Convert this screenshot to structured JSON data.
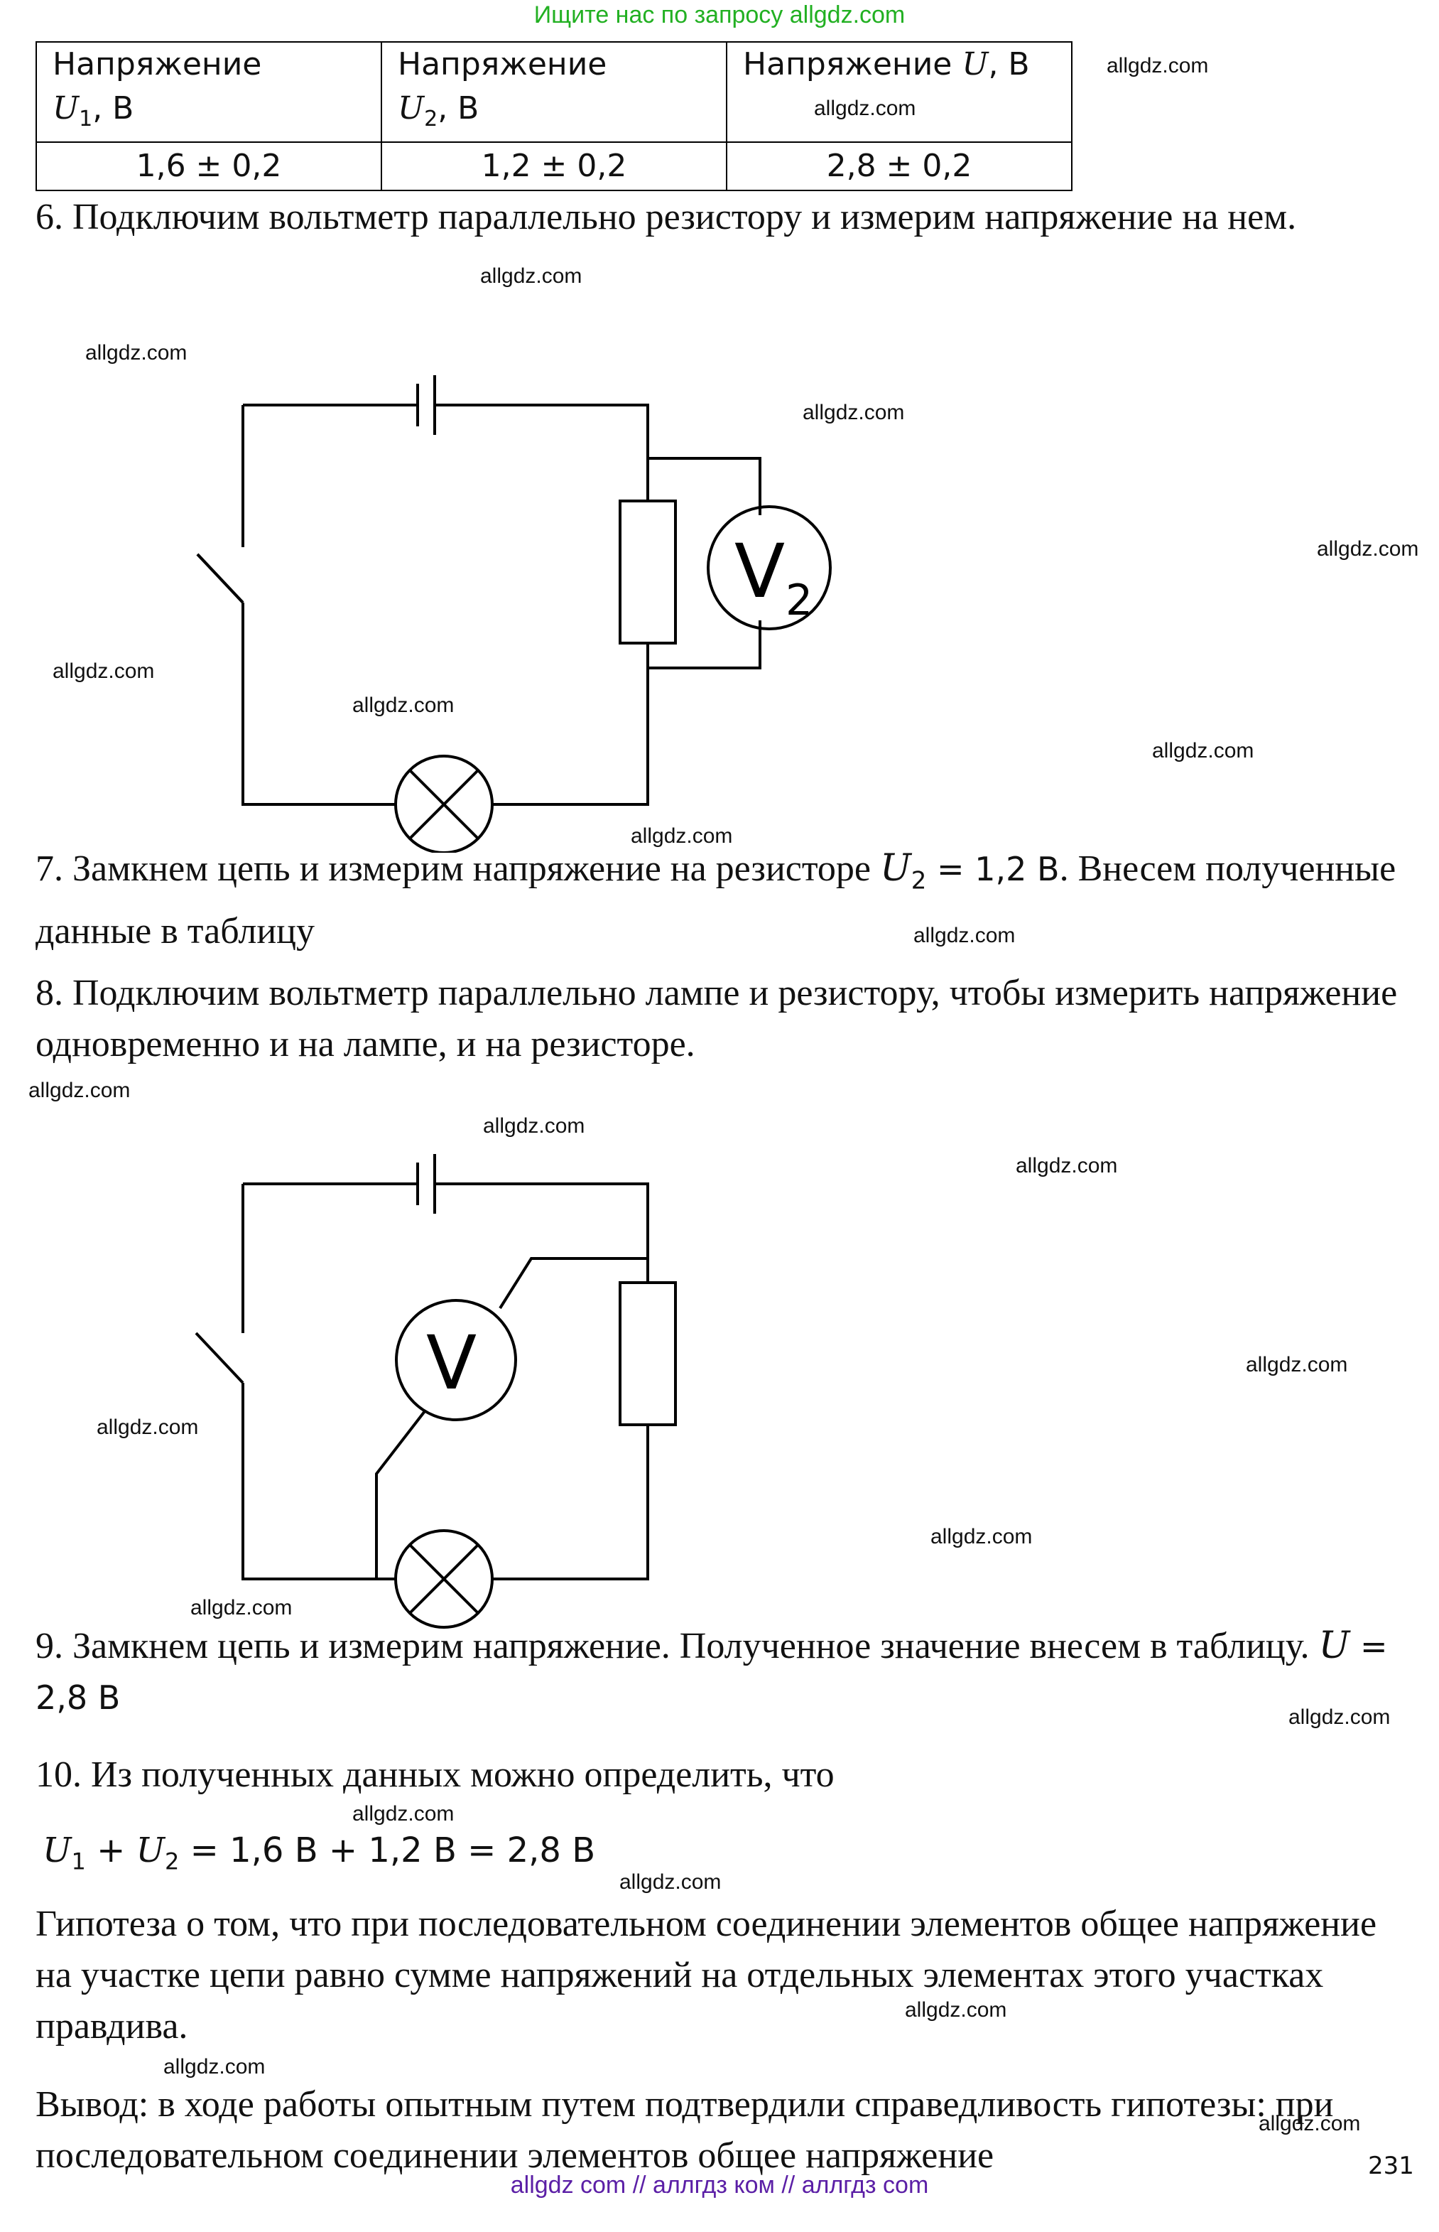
{
  "top_banner": "Ищите нас по запросу allgdz.com",
  "table": {
    "headers": [
      {
        "label": "Напряжение",
        "var": "U",
        "sub": "1",
        "unit": ", В"
      },
      {
        "label": "Напряжение",
        "var": "U",
        "sub": "2",
        "unit": ", В"
      },
      {
        "label": "Напряжение",
        "var": "U",
        "sub": "",
        "unit": ", В"
      }
    ],
    "values": [
      "1,6 ± 0,2",
      "1,2 ± 0,2",
      "2,8 ± 0,2"
    ]
  },
  "steps": {
    "s6": "6. Подключим вольтметр параллельно резистору и измерим напряжение на нем.",
    "s7_a": "7. Замкнем цепь и измерим напряжение на резисторе ",
    "s7_var": "U",
    "s7_sub": "2",
    "s7_eq": " = 1,2 В",
    "s7_b": ". Внесем полученные данные в таблицу",
    "s8": "8. Подключим вольтметр параллельно лампе и резистору, чтобы измерить напряжение одновременно и на лампе, и на резисторе.",
    "s9_a": "9. Замкнем цепь и измерим напряжение. Полученное значение внесем в таблицу. ",
    "s9_var": "U",
    "s9_eq": " = 2,8 В",
    "s10": "10. Из полученных данных можно определить, что",
    "formula": {
      "a_var": "U",
      "a_sub": "1",
      "plus": " + ",
      "b_var": "U",
      "b_sub": "2",
      "rest": " = 1,6 В + 1,2 В = 2,8 В"
    },
    "hypothesis": "Гипотеза о том, что при последовательном соединении элементов общее напряжение на участке цепи равно сумме напряжений на отдельных элементах этого участках правдива.",
    "conclusion": "Вывод: в ходе работы опытным путем подтвердили справедливость гипотезы: при последовательном соединении элементов общее напряжение"
  },
  "diagram1": {
    "voltmeter_label": "V",
    "voltmeter_sub": "2"
  },
  "diagram2": {
    "voltmeter_label": "V"
  },
  "watermark": "allgdz.com",
  "bottom_banner": "allgdz com  //  аллгдз ком  //  аллгдз com",
  "page_number": "231",
  "colors": {
    "banner_green": "#22b022",
    "banner_purple": "#5b1fa6",
    "ink": "#111111"
  }
}
